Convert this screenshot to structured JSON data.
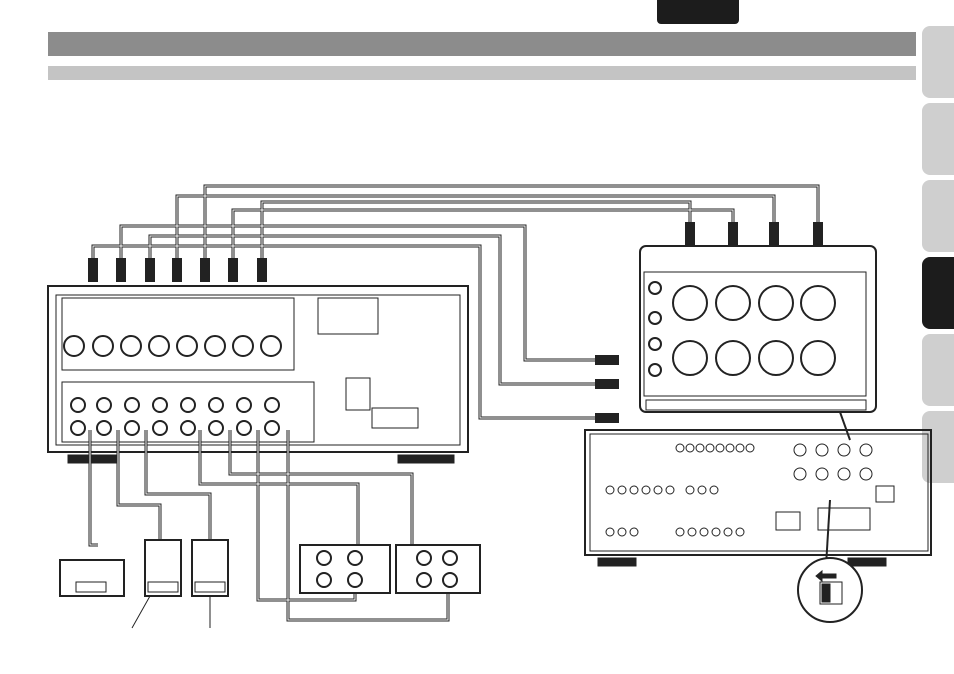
{
  "header": {
    "language_tab": ""
  },
  "section": {
    "title": "",
    "subtitle": ""
  },
  "side_tabs": [
    {
      "active": false
    },
    {
      "active": false
    },
    {
      "active": false
    },
    {
      "active": true
    },
    {
      "active": false
    },
    {
      "active": false
    }
  ],
  "diagram": {
    "devices": [
      "power-amplifier",
      "av-processor",
      "pre-amplifier-xlr-panel"
    ],
    "speaker_count": 5,
    "switch_position": "left"
  }
}
